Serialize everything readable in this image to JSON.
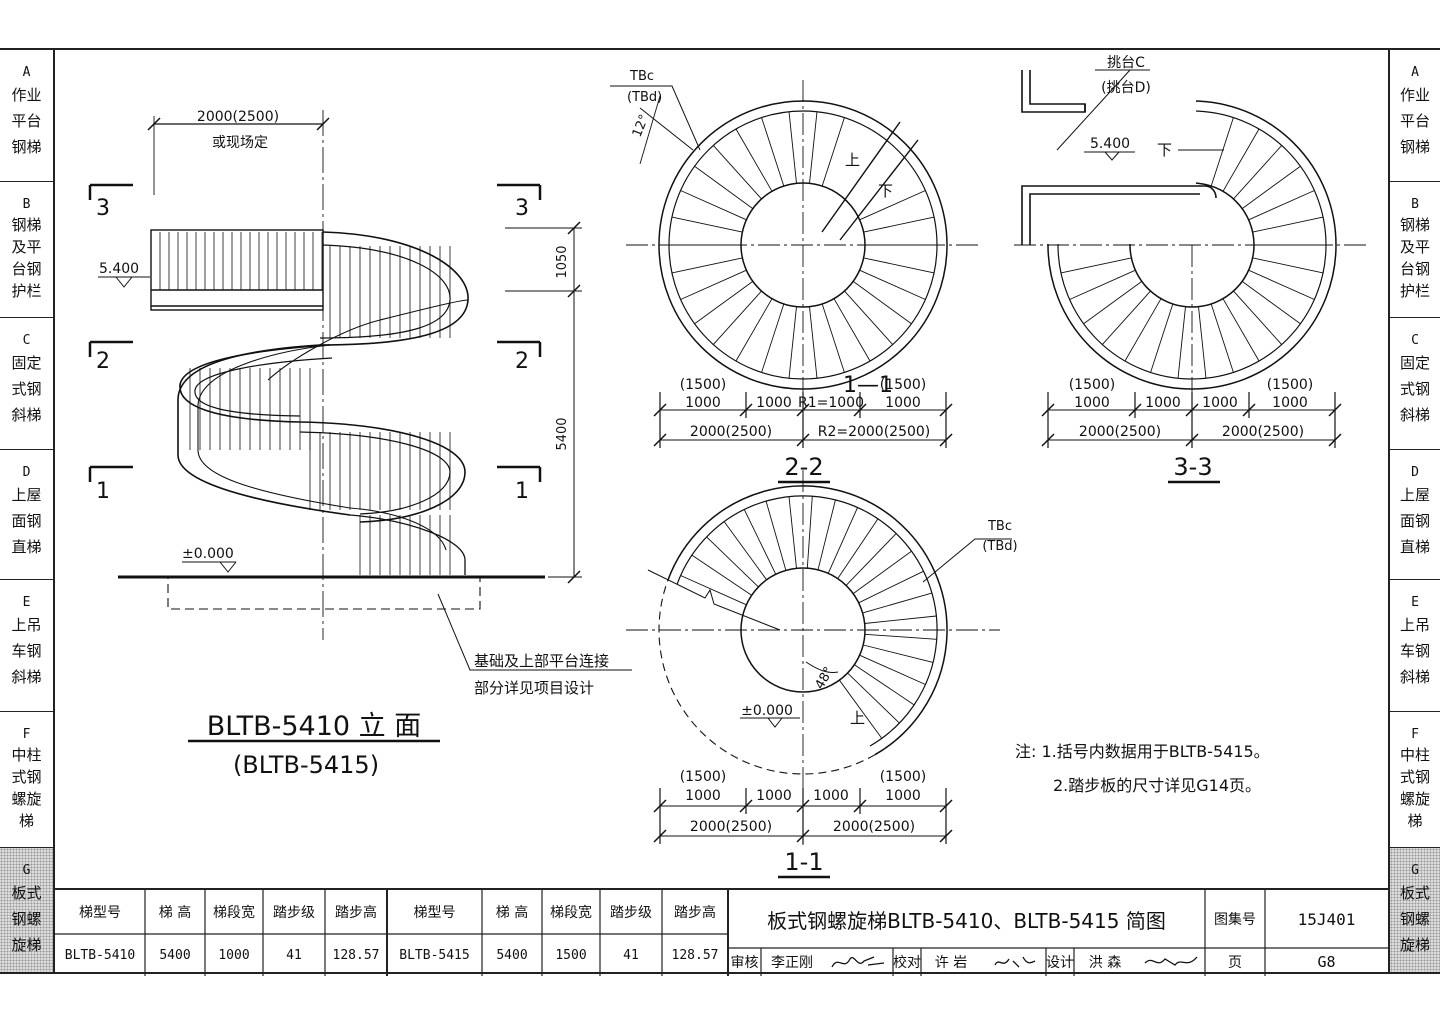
{
  "side_tabs": [
    {
      "code": "A",
      "lines": [
        "作业",
        "平台",
        "钢梯"
      ]
    },
    {
      "code": "B",
      "lines": [
        "钢梯",
        "及平",
        "台钢",
        "护栏"
      ]
    },
    {
      "code": "C",
      "lines": [
        "固定",
        "式钢",
        "斜梯"
      ]
    },
    {
      "code": "D",
      "lines": [
        "上屋",
        "面钢",
        "直梯"
      ]
    },
    {
      "code": "E",
      "lines": [
        "上吊",
        "车钢",
        "斜梯"
      ]
    },
    {
      "code": "F",
      "lines": [
        "中柱",
        "式钢",
        "螺旋",
        "梯"
      ]
    },
    {
      "code": "G",
      "lines": [
        "板式",
        "钢螺",
        "旋梯"
      ]
    }
  ],
  "elevation": {
    "width_dim": "2000(2500)",
    "width_note": "或现场定",
    "sec3": "3",
    "sec2": "2",
    "sec1": "1",
    "level_top": "5.400",
    "level_ground": "±0.000",
    "dim_1050": "1050",
    "dim_5400": "5400",
    "foundation_note_1": "基础及上部平台连接",
    "foundation_note_2": "部分详见项目设计",
    "title": "BLTB-5410 立 面",
    "subtitle": "(BLTB-5415)"
  },
  "plan_2_2": {
    "label_tb": "TBc",
    "label_tb2": "(TBd)",
    "angle": "12°",
    "up": "上",
    "down": "下",
    "section_ref": "1—1",
    "dim_p1": "(1500)",
    "dim_p2": "(1500)",
    "dim_a": "1000",
    "dim_b": "1000",
    "dim_r1": "R1=1000",
    "dim_c": "1000",
    "dim_l": "2000(2500)",
    "dim_r2": "R2=2000(2500)",
    "title": "2-2"
  },
  "plan_3_3": {
    "label_1": "挑台C",
    "label_2": "(挑台D)",
    "level": "5.400",
    "down": "下",
    "dim_p1": "(1500)",
    "dim_p2": "(1500)",
    "dim_a": "1000",
    "dim_b": "1000",
    "dim_c": "1000",
    "dim_d": "1000",
    "dim_l": "2000(2500)",
    "dim_r": "2000(2500)",
    "title": "3-3"
  },
  "plan_1_1": {
    "label_tb": "TBc",
    "label_tb2": "(TBd)",
    "angle": "48°",
    "up": "上",
    "level": "±0.000",
    "dim_p1": "(1500)",
    "dim_p2": "(1500)",
    "dim_a": "1000",
    "dim_b": "1000",
    "dim_c": "1000",
    "dim_d": "1000",
    "dim_l": "2000(2500)",
    "dim_r": "2000(2500)",
    "title": "1-1"
  },
  "notes": {
    "line1": "注: 1.括号内数据用于BLTB-5415。",
    "line2": "2.踏步板的尺寸详见G14页。"
  },
  "spec_table": {
    "headers": [
      "梯型号",
      "梯 高",
      "梯段宽",
      "踏步级",
      "踏步高"
    ],
    "rows": [
      [
        "BLTB-5410",
        "5400",
        "1000",
        "41",
        "128.57"
      ],
      [
        "BLTB-5415",
        "5400",
        "1500",
        "41",
        "128.57"
      ]
    ]
  },
  "title_block": {
    "title": "板式钢螺旋梯BLTB-5410、BLTB-5415 简图",
    "atlas_label": "图集号",
    "atlas_no": "15J401",
    "page_label": "页",
    "page_no": "G8",
    "review_label": "审核",
    "review_name": "李正刚",
    "check_label": "校对",
    "check_name": "许 岩",
    "design_label": "设计",
    "design_name": "洪 森"
  }
}
